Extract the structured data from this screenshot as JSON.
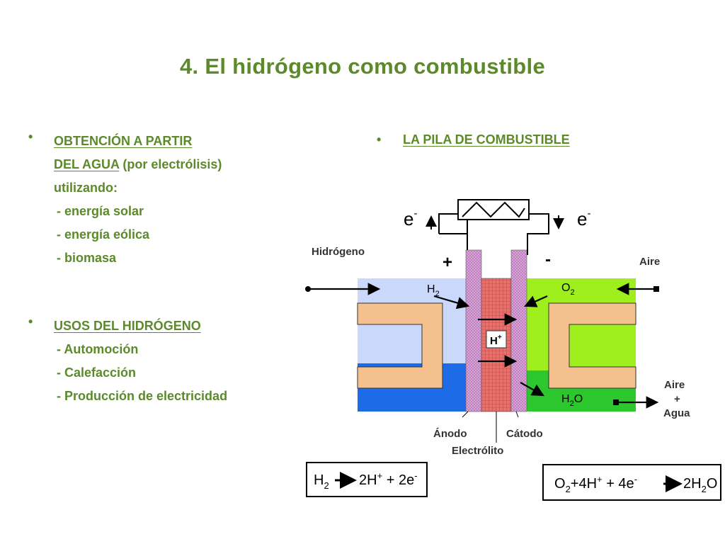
{
  "title": "4. El hidrógeno como combustible",
  "left_column": {
    "section1": {
      "heading_line1": "OBTENCIÓN A PARTIR",
      "heading_line2_underlined": "DEL AGUA",
      "heading_line2_rest": " (por electrólisis)",
      "line3": "utilizando:",
      "items": [
        "- energía solar",
        "- energía eólica",
        "- biomasa"
      ]
    },
    "section2": {
      "heading": "USOS DEL HIDRÓGENO",
      "items": [
        "- Automoción",
        "- Calefacción",
        "- Producción de electricidad"
      ]
    }
  },
  "right_column": {
    "heading": "LA PILA DE COMBUSTIBLE"
  },
  "diagram": {
    "electron_left": "e",
    "electron_right": "e",
    "electron_sup": "-",
    "plus_sign": "+",
    "minus_sign": "-",
    "hydrogen_label": "Hidrógeno",
    "air_in_label": "Aire",
    "h2_label": "H",
    "h2_sub": "2",
    "o2_label": "O",
    "o2_sub": "2",
    "hplus_label": "H",
    "hplus_sup": "+",
    "h2o_label_h": "H",
    "h2o_sub": "2",
    "h2o_label_o": "O",
    "air_out_label": "Aire",
    "plus_out": "+",
    "water_out_label": "Agua",
    "anode_label": "Ánodo",
    "cathode_label": "Cátodo",
    "electrolyte_label": "Electrólito",
    "eq_left": {
      "a": "H",
      "a_sub": "2",
      "b": "2H",
      "b_sup": "+",
      "c": " + 2e",
      "c_sup": "-"
    },
    "eq_right": {
      "a": "O",
      "a_sub": "2",
      "b": "+4H",
      "b_sup": "+",
      "c": " + 4e",
      "c_sup": "-",
      "d": "2H",
      "d_sub": "2",
      "e": "O"
    },
    "colors": {
      "green_text": "#5c8a2b",
      "anode_gas": "#c9d8fb",
      "anode_liquid": "#1e6be8",
      "cathode_gas": "#9fef1f",
      "cathode_liquid": "#2cc72c",
      "plate": "#f4c08e",
      "electrode": "#d9a3d9",
      "electrolyte": "#e8716d"
    }
  }
}
